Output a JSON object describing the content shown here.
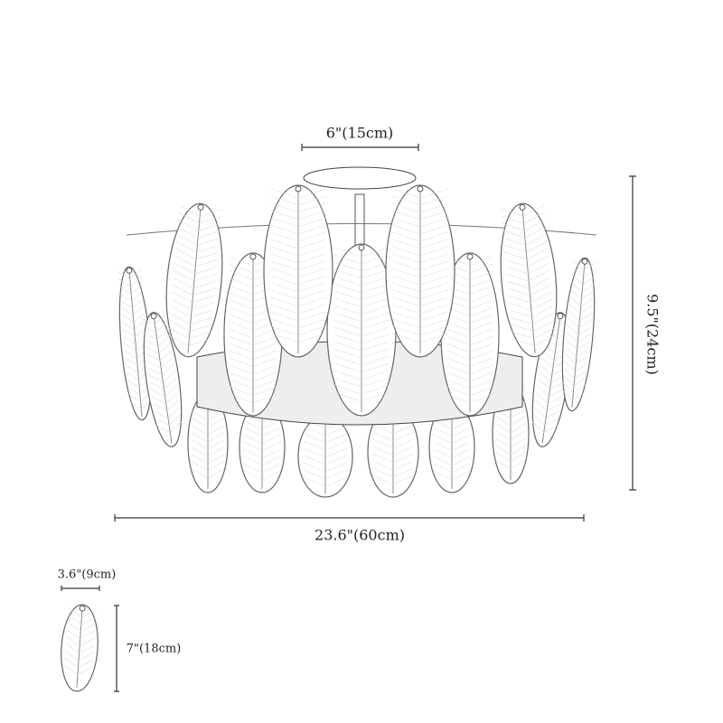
{
  "dimensions": {
    "canopy_width": "6\"(15cm)",
    "height": "9.5\"(24cm)",
    "overall_width": "23.6\"(60cm)",
    "leaf_width": "3.6\"(9cm)",
    "leaf_height": "7\"(18cm)"
  },
  "colors": {
    "line": "#333333",
    "leaf_stroke": "#666666",
    "base_fill": "#eeeeee"
  }
}
